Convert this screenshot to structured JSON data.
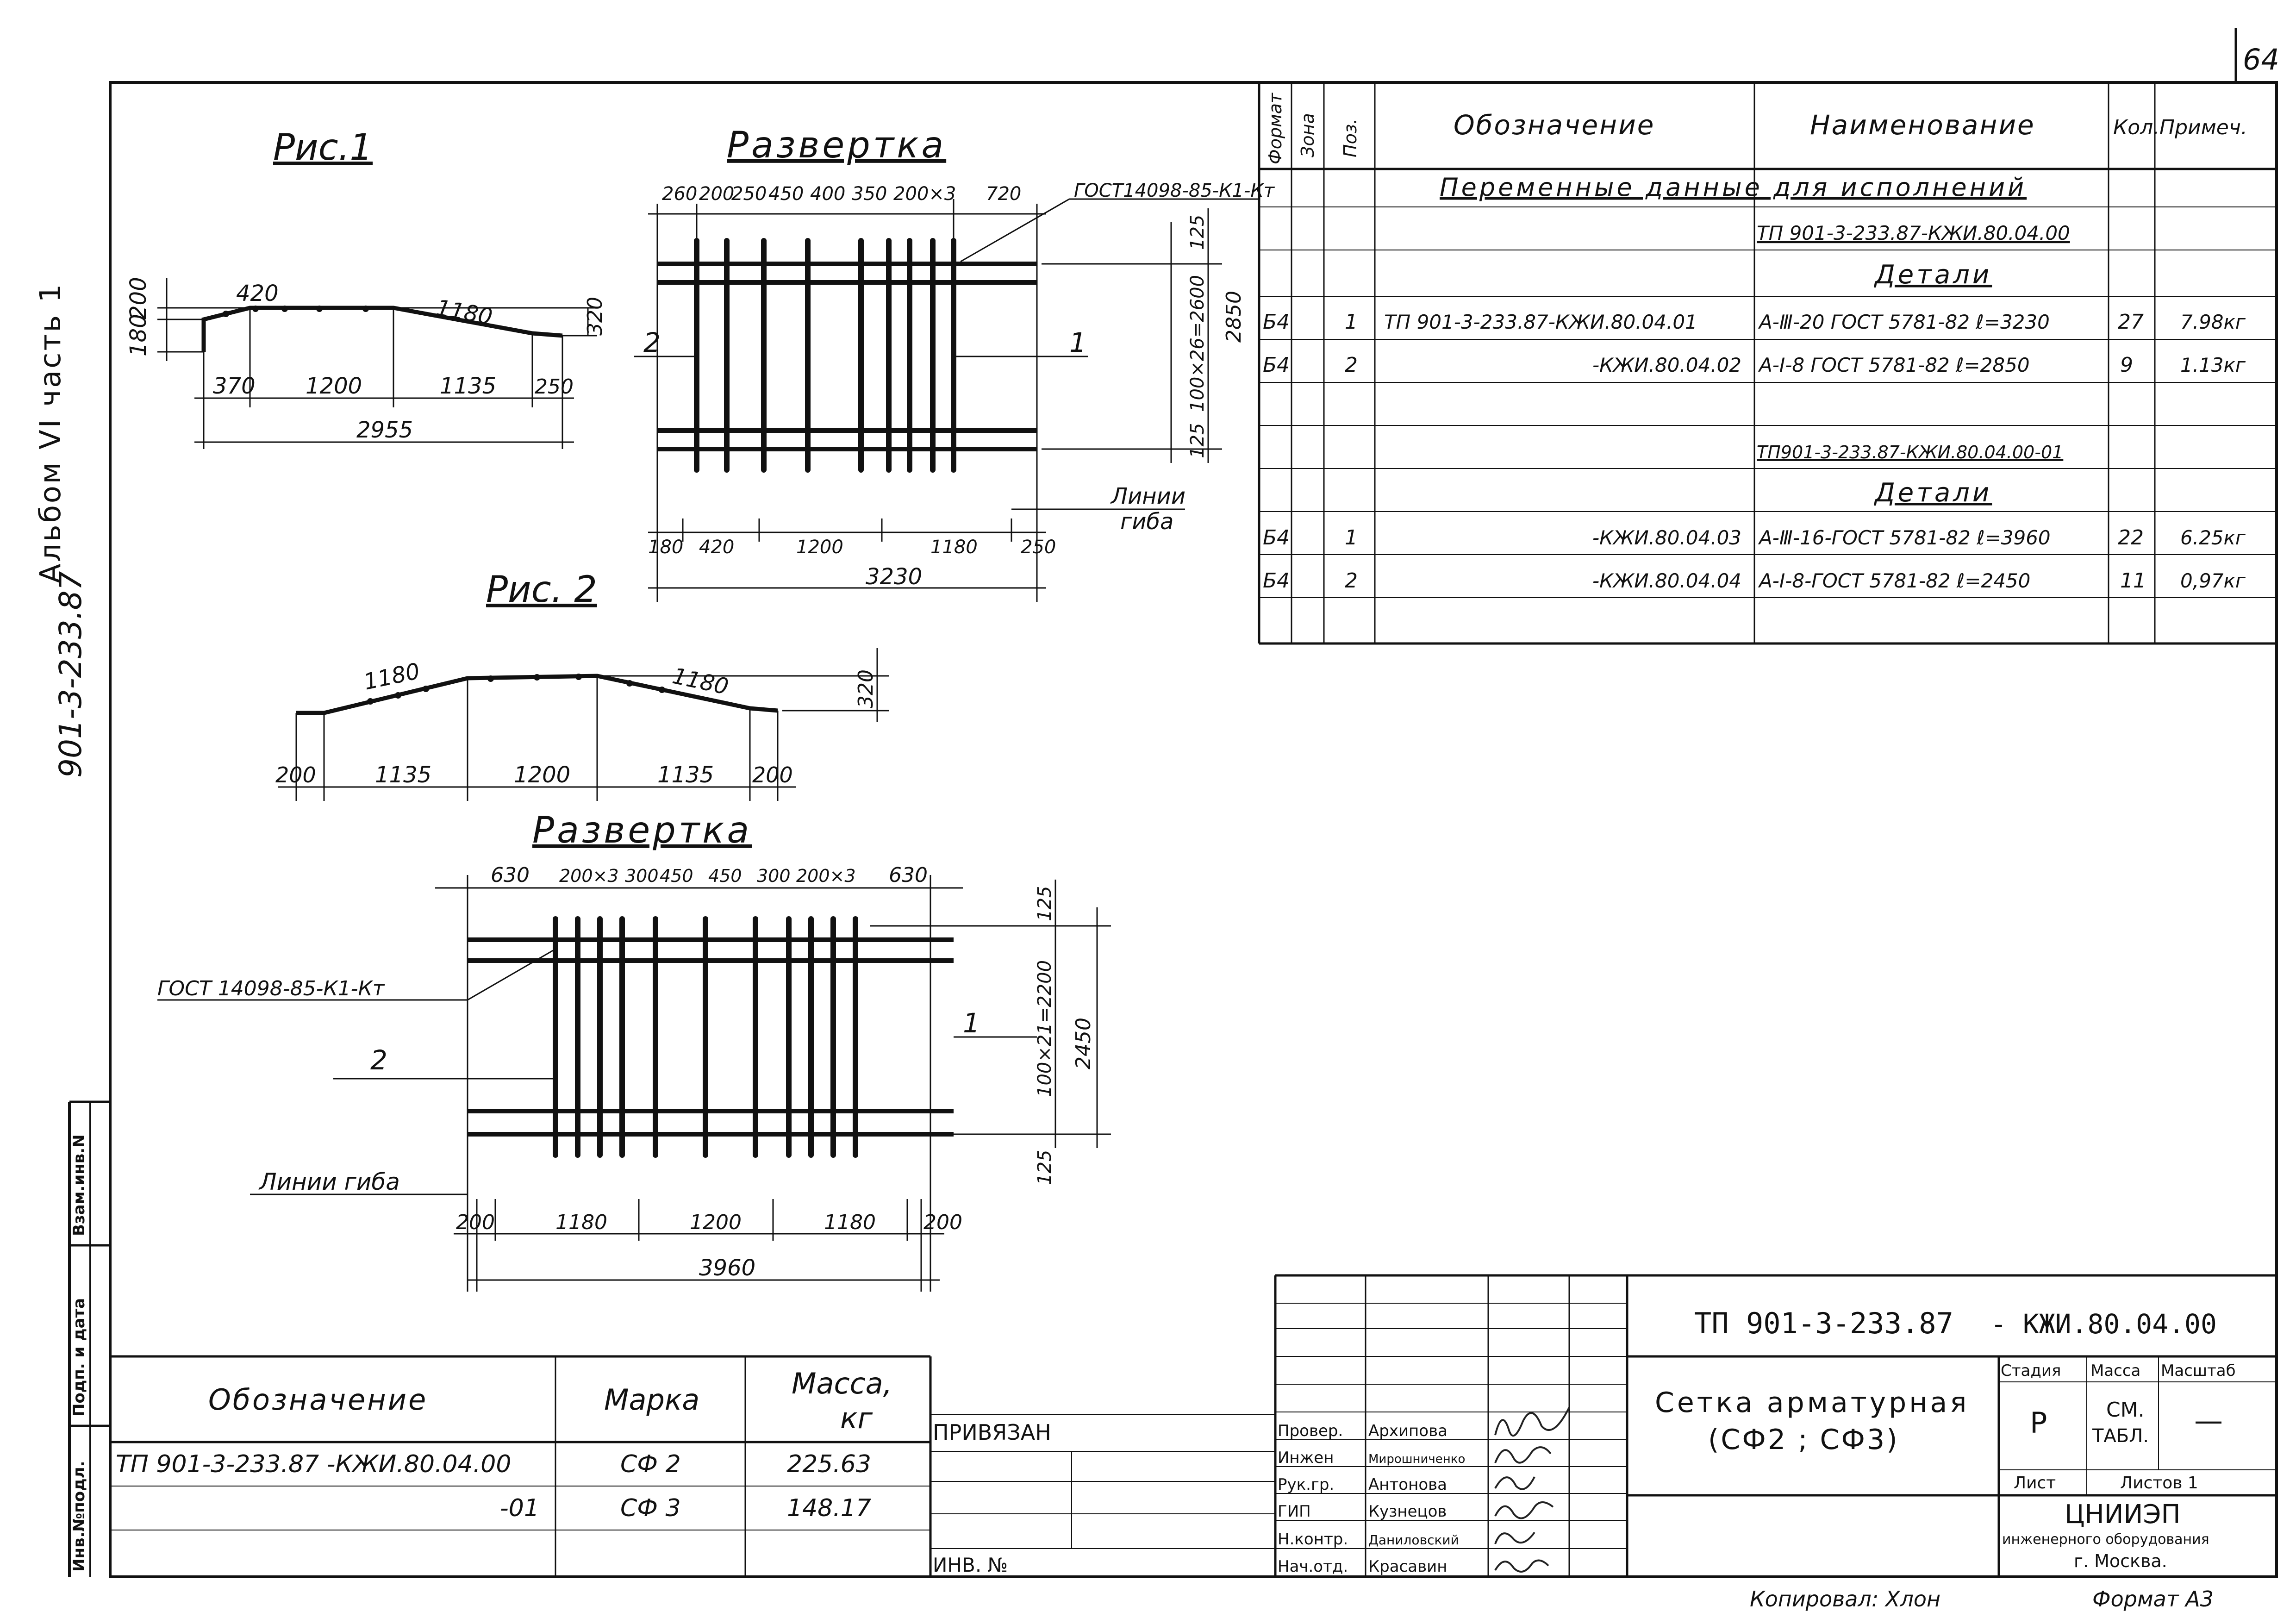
{
  "sheet_number": "64",
  "left_margin": {
    "album": "901-3-233.87",
    "album_title": "Альбом VI  часть 1",
    "stamp_cols": [
      "Инв.№подл.",
      "Подп. и дата",
      "Взам.инв.N"
    ]
  },
  "fig1": {
    "title": "Рис.1",
    "dev_title": "Развертка",
    "side_dims": {
      "top_a": "420",
      "top_b": "1180",
      "left_a": "200",
      "left_b": "180",
      "right": "320",
      "bottom": [
        "370",
        "1200",
        "1135",
        "250"
      ],
      "total": "2955"
    },
    "dev_top_dims": [
      "260",
      "200",
      "250",
      "450",
      "400",
      "350",
      "200×3",
      "720"
    ],
    "dev_leader": "ГОСТ14098-85-К1-Кт",
    "dev_right_dims": {
      "top": "125",
      "mid": "100×26=2600",
      "total": "2850",
      "bottom": "125"
    },
    "dev_bottom_dims": [
      "180",
      "420",
      "1200",
      "1180",
      "250"
    ],
    "dev_total": "3230",
    "pos_left": "2",
    "pos_right": "1",
    "bend_label_1": "Линии",
    "bend_label_2": "гиба"
  },
  "fig2": {
    "title": "Рис. 2",
    "dev_title": "Развертка",
    "side_dims": {
      "top_a": "1180",
      "top_b": "1180",
      "right": "320",
      "bottom": [
        "200",
        "1135",
        "1200",
        "1135",
        "200"
      ]
    },
    "dev_top_dims": [
      "630",
      "200×3",
      "300",
      "450",
      "450",
      "300",
      "200×3",
      "630"
    ],
    "dev_leader": "ГОСТ 14098-85-К1-Кт",
    "dev_right_dims": {
      "top": "125",
      "mid": "100×21=2200",
      "total": "2450",
      "bottom": "125"
    },
    "dev_bottom_dims": [
      "200",
      "1180",
      "1200",
      "1180",
      "200"
    ],
    "dev_total": "3960",
    "pos_left": "2",
    "pos_right": "1",
    "bend_label": "Линии гиба"
  },
  "spec_table": {
    "headers": [
      "Формат",
      "Зона",
      "Поз.",
      "Обозначение",
      "Наименование",
      "Кол.",
      "Примеч."
    ],
    "title_row": "Переменные данные для исполнений",
    "rows": [
      {
        "format": "",
        "pos": "",
        "designation": "",
        "name": "ТП 901-3-233.87-КЖИ.80.04.00",
        "qty": "",
        "note": ""
      },
      {
        "format": "",
        "pos": "",
        "designation": "",
        "name": "Детали",
        "qty": "",
        "note": ""
      },
      {
        "format": "Б4",
        "pos": "1",
        "designation": "ТП 901-3-233.87-КЖИ.80.04.01",
        "name": "А-Ⅲ-20 ГОСТ 5781-82 ℓ=3230",
        "qty": "27",
        "note": "7.98кг"
      },
      {
        "format": "Б4",
        "pos": "2",
        "designation": "-КЖИ.80.04.02",
        "name": "А-Ⅰ-8 ГОСТ 5781-82 ℓ=2850",
        "qty": "9",
        "note": "1.13кг"
      },
      {
        "format": "",
        "pos": "",
        "designation": "",
        "name": "",
        "qty": "",
        "note": ""
      },
      {
        "format": "",
        "pos": "",
        "designation": "",
        "name": "ТП901-3-233.87-КЖИ.80.04.00-01",
        "qty": "",
        "note": ""
      },
      {
        "format": "",
        "pos": "",
        "designation": "",
        "name": "Детали",
        "qty": "",
        "note": ""
      },
      {
        "format": "Б4",
        "pos": "1",
        "designation": "-КЖИ.80.04.03",
        "name": "А-Ⅲ-16-ГОСТ 5781-82 ℓ=3960",
        "qty": "22",
        "note": "6.25кг"
      },
      {
        "format": "Б4",
        "pos": "2",
        "designation": "-КЖИ.80.04.04",
        "name": "А-Ⅰ-8-ГОСТ 5781-82 ℓ=2450",
        "qty": "11",
        "note": "0,97кг"
      },
      {
        "format": "",
        "pos": "",
        "designation": "",
        "name": "",
        "qty": "",
        "note": ""
      }
    ]
  },
  "mass_table": {
    "headers": [
      "Обозначение",
      "Марка",
      "Масса,",
      "кг"
    ],
    "rows": [
      {
        "designation": "ТП 901-3-233.87 -КЖИ.80.04.00",
        "mark": "СФ 2",
        "mass": "225.63"
      },
      {
        "designation": "-01",
        "mark": "СФ 3",
        "mass": "148.17"
      }
    ]
  },
  "binding": {
    "label": "ПРИВЯЗАН",
    "inv_label": "ИНВ. №"
  },
  "title_block": {
    "code": "ТП 901-3-233.87",
    "doc": "- КЖИ.80.04.00",
    "title_1": "Сетка арматурная",
    "title_2": "(СФ2 ;  СФ3)",
    "stage_label": "Стадия",
    "stage": "Р",
    "mass_label": "Масса",
    "mass_1": "СМ.",
    "mass_2": "ТАБЛ.",
    "scale_label": "Масштаб",
    "scale": "—",
    "sheet_label": "Лист",
    "sheets_label": "Листов 1",
    "org_1": "ЦНИИЭП",
    "org_2": "инженерного оборудования",
    "org_3": "г. Москва.",
    "staff": [
      {
        "role": "Провер.",
        "name": "Архипова"
      },
      {
        "role": "Инжен",
        "name": "Мирошниченко"
      },
      {
        "role": "Рук.гр.",
        "name": "Антонова"
      },
      {
        "role": "ГИП",
        "name": "Кузнецов"
      },
      {
        "role": "Н.контр.",
        "name": "Даниловский"
      },
      {
        "role": "Нач.отд.",
        "name": "Красавин"
      }
    ]
  },
  "footer": {
    "copied": "Копировал: Хлон",
    "format": "Формат А3"
  }
}
